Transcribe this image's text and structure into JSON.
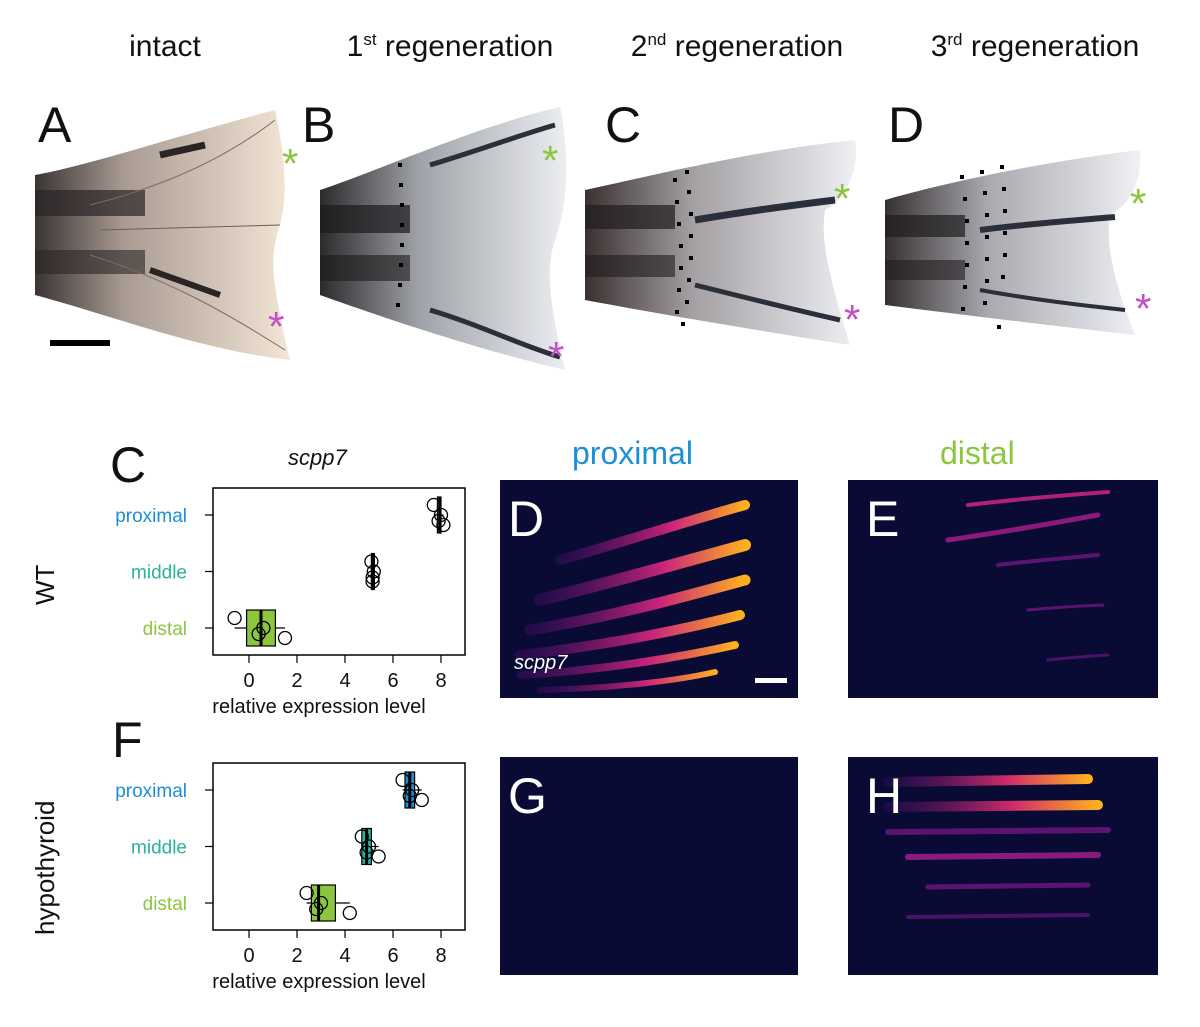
{
  "top_row": {
    "titles": {
      "intact": "intact",
      "regen1_num": "1",
      "regen1_sup": "st",
      "regen1_word": "regeneration",
      "regen2_num": "2",
      "regen2_sup": "nd",
      "regen2_word": "regeneration",
      "regen3_num": "3",
      "regen3_sup": "rd",
      "regen3_word": "regeneration"
    },
    "panel_letters": [
      "A",
      "B",
      "C",
      "D"
    ],
    "asterisk": "*",
    "colors": {
      "asterisk_green": "#8cc63f",
      "asterisk_magenta": "#c44fc4"
    }
  },
  "bottom": {
    "row_labels": {
      "wt": "WT",
      "hypo": "hypothyroid"
    },
    "gene_label": "scpp7",
    "column_titles": {
      "proximal": "proximal",
      "distal": "distal"
    },
    "title_colors": {
      "proximal": "#1a8fd6",
      "distal": "#8cc63f"
    },
    "panel_letters": {
      "c": "C",
      "d": "D",
      "e": "E",
      "f": "F",
      "g": "G",
      "h": "H"
    },
    "micro_gene_label": "scpp7"
  },
  "chart_data": [
    {
      "type": "box",
      "title": "scpp7",
      "panel": "C",
      "xlabel": "relative expression level",
      "xticks": [
        "0",
        "2",
        "4",
        "6",
        "8"
      ],
      "xlim": [
        -1.5,
        9
      ],
      "categories": [
        "proximal",
        "middle",
        "distal"
      ],
      "category_colors": [
        "#1a8fd6",
        "#2bb29a",
        "#8cc63f"
      ],
      "boxes": [
        {
          "name": "proximal",
          "q1": 7.85,
          "median": 7.95,
          "q3": 8.0,
          "points": [
            7.7,
            7.9,
            8.0,
            8.1
          ]
        },
        {
          "name": "middle",
          "q1": 5.1,
          "median": 5.15,
          "q3": 5.2,
          "points": [
            5.1,
            5.15,
            5.2,
            5.15
          ]
        },
        {
          "name": "distal",
          "q1": -0.1,
          "median": 0.5,
          "q3": 1.1,
          "points": [
            -0.6,
            0.4,
            0.6,
            1.5
          ]
        }
      ]
    },
    {
      "type": "box",
      "panel": "F",
      "xlabel": "relative expression level",
      "xticks": [
        "0",
        "2",
        "4",
        "6",
        "8"
      ],
      "xlim": [
        -1.5,
        9
      ],
      "categories": [
        "proximal",
        "middle",
        "distal"
      ],
      "category_colors": [
        "#1a8fd6",
        "#2bb29a",
        "#8cc63f"
      ],
      "boxes": [
        {
          "name": "proximal",
          "q1": 6.5,
          "median": 6.7,
          "q3": 6.9,
          "points": [
            6.4,
            6.7,
            6.8,
            7.2
          ]
        },
        {
          "name": "middle",
          "q1": 4.7,
          "median": 4.9,
          "q3": 5.1,
          "points": [
            4.7,
            4.9,
            5.0,
            5.4
          ]
        },
        {
          "name": "distal",
          "q1": 2.6,
          "median": 2.9,
          "q3": 3.6,
          "points": [
            2.4,
            2.8,
            3.0,
            4.2
          ]
        }
      ]
    }
  ]
}
